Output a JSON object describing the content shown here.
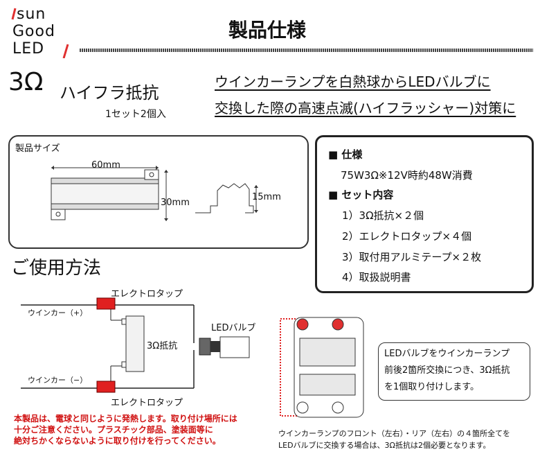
{
  "logo": {
    "line1": "sun",
    "line2": "Good",
    "line3": "LED",
    "colors": {
      "slash": "#e03030"
    }
  },
  "page_title": "製品仕様",
  "product": {
    "model": "3Ω",
    "name": "ハイフラ抵抗",
    "set": "1セット2個入"
  },
  "headline": {
    "line1": "ウインカーランプを白熱球からLEDバルブに",
    "line2": "交換した際の高速点滅(ハイフラッシャー)対策に"
  },
  "size": {
    "title": "製品サイズ",
    "width": "60mm",
    "height": "30mm",
    "depth": "15mm"
  },
  "spec": {
    "heading1": "仕様",
    "power": "75W3Ω※12V時約48W消費",
    "heading2": "セット内容",
    "items": [
      "1）3Ω抵抗×２個",
      "2）エレクトロタップ×４個",
      "3）取付用アルミテープ×２枚",
      "4）取扱説明書"
    ]
  },
  "usage": {
    "title": "ご使用方法",
    "tap_top": "エレクトロタップ",
    "tap_bottom": "エレクトロタップ",
    "plus": "ウインカー（+）",
    "minus": "ウインカー（−）",
    "resistor": "3Ω抵抗",
    "bulb": "LEDバルブ",
    "colors": {
      "tap": "#e02020",
      "led": "#e03030"
    }
  },
  "callout": {
    "line1": "LEDバルブをウインカーランプ",
    "line2": "前後2箇所交換につき、3Ω抵抗",
    "line3": "を1個取り付けします。"
  },
  "warning": {
    "line1": "本製品は、電球と同じように発熱します。取り付け場所には",
    "line2": "十分ご注意ください。プラスチック部品、塗装面等に",
    "line3": "絶対ちかくならないように取り付けを行ってください。"
  },
  "bottom_note": {
    "line1": "ウインカーランプのフロント（左右）・リア（左右）の４箇所全てを",
    "line2": "LEDバルブに交換する場合は、3Ω抵抗は2個必要となります。"
  }
}
